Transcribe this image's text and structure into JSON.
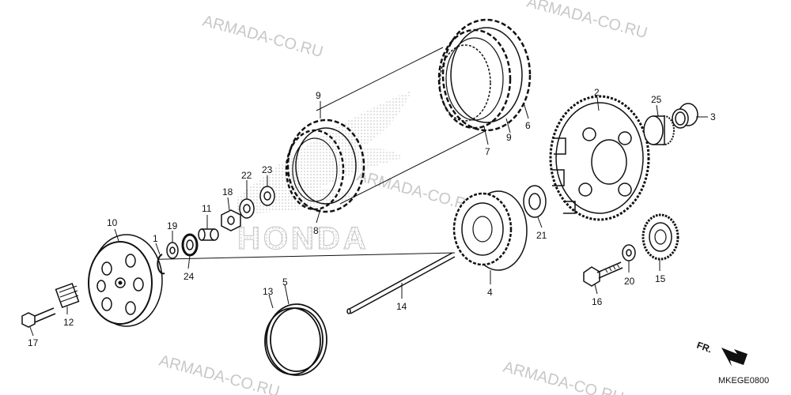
{
  "watermark": "ARMADA-CO.RU",
  "brand": "HONDA",
  "diagram_code": "MKEGE0800",
  "front_marker": "FR.",
  "part_numbers": [
    "1",
    "2",
    "3",
    "4",
    "5",
    "6",
    "7",
    "8",
    "9",
    "9",
    "10",
    "11",
    "12",
    "13",
    "14",
    "15",
    "16",
    "17",
    "18",
    "19",
    "20",
    "21",
    "22",
    "23",
    "24",
    "25"
  ]
}
